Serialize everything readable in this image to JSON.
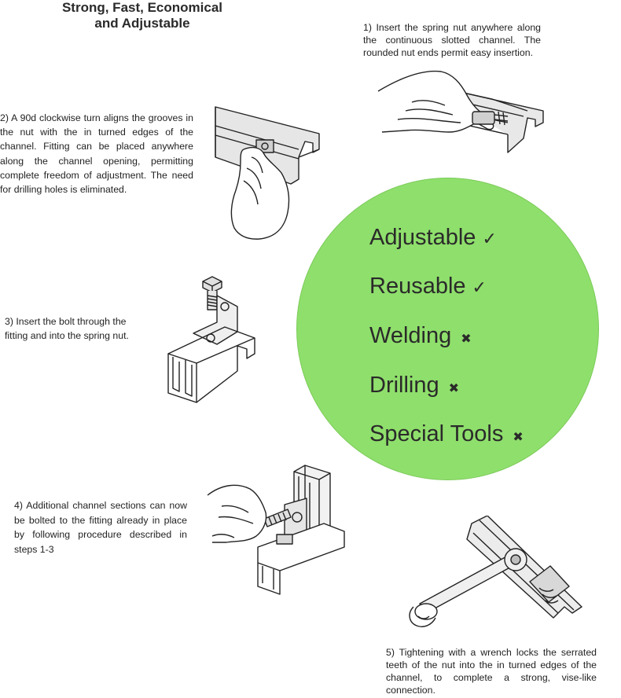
{
  "title": {
    "line1": "Strong, Fast, Economical",
    "line2": "and Adjustable"
  },
  "steps": [
    {
      "text": "1) Insert the spring nut anywhere along the continuous slotted channel. The rounded nut ends permit easy insertion."
    },
    {
      "text": "2) A 90d clockwise  turn aligns the grooves in the nut with the in turned edges of the channel. Fitting can be placed anywhere along the channel opening, permitting complete freedom of adjustment. The need for drilling holes is eliminated."
    },
    {
      "text": "3) Insert the bolt through the fitting and into the spring nut."
    },
    {
      "text": "4) Additional channel sections can now be bolted to the fitting already in place by following procedure described in steps 1-3"
    },
    {
      "text": "5) Tightening with a wrench locks the serrated teeth of the nut into the in turned edges of the channel, to complete a strong, vise-like connection."
    }
  ],
  "features": [
    {
      "label": "Adjustable",
      "mark": "✓",
      "status": "yes"
    },
    {
      "label": "Reusable",
      "mark": "✓",
      "status": "yes"
    },
    {
      "label": "Welding",
      "mark": "✖",
      "status": "no"
    },
    {
      "label": "Drilling",
      "mark": "✖",
      "status": "no"
    },
    {
      "label": "Special Tools",
      "mark": "✖",
      "status": "no"
    }
  ],
  "colors": {
    "circle": "#8fdf6c",
    "text": "#2a2a2a"
  }
}
